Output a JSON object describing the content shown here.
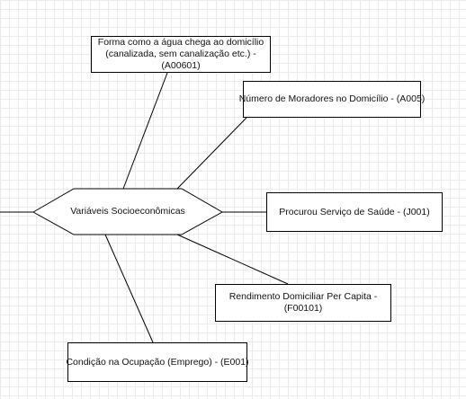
{
  "diagram": {
    "hub": {
      "label": "Variáveis Socioeconômicas"
    },
    "nodes": [
      {
        "id": "agua",
        "lines": [
          "Forma como a água chega ao domicílio",
          "(canalizada, sem canalização etc.) -",
          "(A00601)"
        ]
      },
      {
        "id": "moradores",
        "lines": [
          "Número de Moradores no Domicílio - (A005)"
        ]
      },
      {
        "id": "saude",
        "lines": [
          "Procurou Serviço de Saúde - (J001)"
        ]
      },
      {
        "id": "rendimento",
        "lines": [
          "Rendimento Domiciliar Per Capita -",
          "(F00101)"
        ]
      },
      {
        "id": "ocupacao",
        "lines": [
          "Condição na Ocupação (Emprego) - (E001)"
        ]
      }
    ]
  }
}
